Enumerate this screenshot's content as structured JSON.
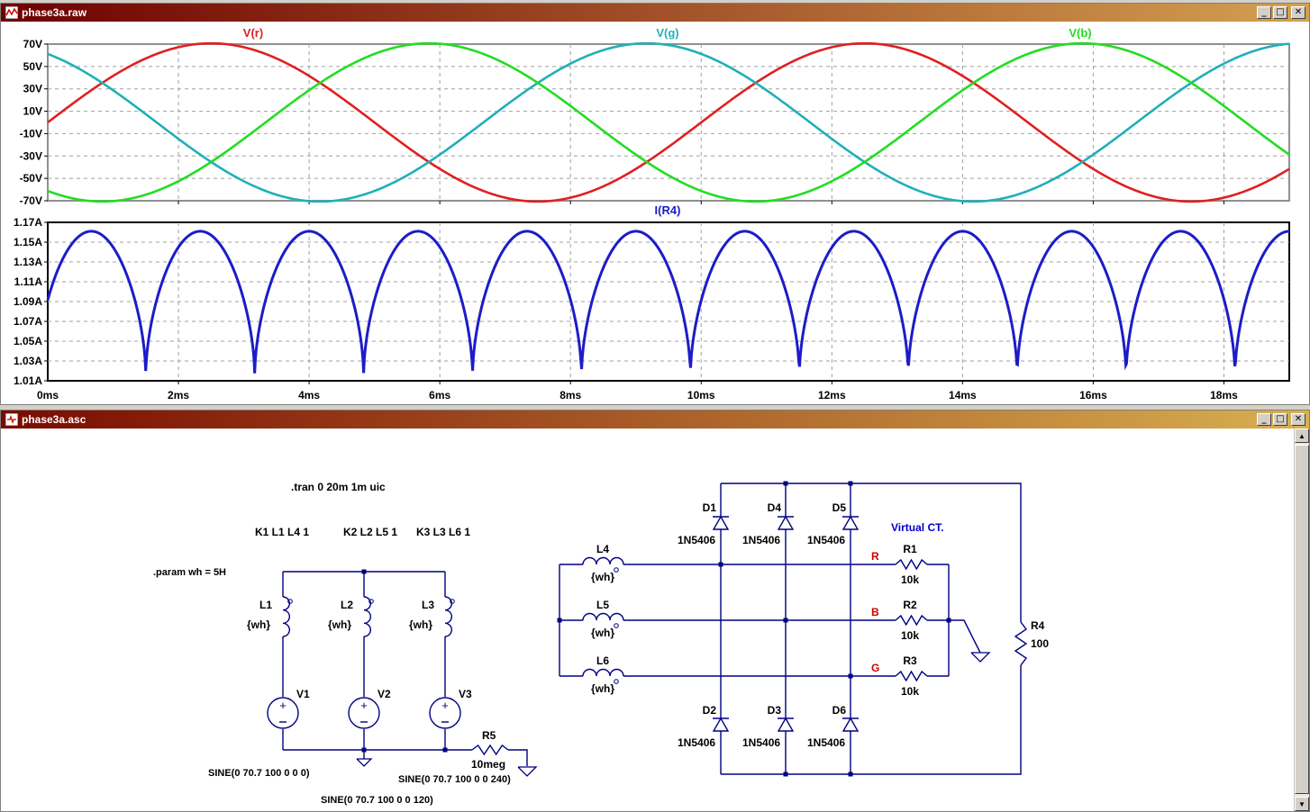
{
  "waveform_window": {
    "title": "phase3a.raw",
    "title_colors": [
      "#6e0000",
      "#d4a050"
    ]
  },
  "schematic_window": {
    "title": "phase3a.asc",
    "title_colors": [
      "#7a0a00",
      "#d8b050"
    ]
  },
  "window_buttons": {
    "minimize": "_",
    "maximize": "□",
    "close": "✕"
  },
  "scrollbar": {
    "up": "▲",
    "down": "▼"
  },
  "chart_data": [
    {
      "type": "line",
      "title": "",
      "xlabel": "",
      "ylabel": "",
      "x_unit": "s",
      "xlim": [
        0,
        0.019
      ],
      "ylim": [
        -70,
        70
      ],
      "yticks": [
        "70V",
        "50V",
        "30V",
        "10V",
        "-10V",
        "-30V",
        "-50V",
        "-70V"
      ],
      "grid": true,
      "series": [
        {
          "name": "V(r)",
          "color": "#e02020",
          "formula": "70.7*sin(2*pi*100*t)",
          "amplitude": 70.7,
          "frequency_hz": 100,
          "phase_deg": 0
        },
        {
          "name": "V(g)",
          "color": "#20b0b8",
          "formula": "70.7*sin(2*pi*100*t+120deg)",
          "amplitude": 70.7,
          "frequency_hz": 100,
          "phase_deg": 120
        },
        {
          "name": "V(b)",
          "color": "#22dd22",
          "formula": "70.7*sin(2*pi*100*t+240deg)",
          "amplitude": 70.7,
          "frequency_hz": 100,
          "phase_deg": 240
        }
      ]
    },
    {
      "type": "line",
      "title": "",
      "xlabel": "",
      "ylabel": "",
      "x_unit": "s",
      "xlim": [
        0,
        0.019
      ],
      "ylim": [
        1.01,
        1.17
      ],
      "yticks": [
        "1.17A",
        "1.15A",
        "1.13A",
        "1.11A",
        "1.09A",
        "1.07A",
        "1.05A",
        "1.03A",
        "1.01A"
      ],
      "xticks": [
        "0ms",
        "2ms",
        "4ms",
        "6ms",
        "8ms",
        "10ms",
        "12ms",
        "14ms",
        "16ms",
        "18ms"
      ],
      "grid": true,
      "series": [
        {
          "name": "I(R4)",
          "color": "#1c1cc8",
          "description": "six-pulse rectified ripple",
          "max": 1.161,
          "min": 1.015,
          "ripple_period_ms": 1.667,
          "first_min_ms": 1.5
        }
      ]
    }
  ],
  "schematic": {
    "directive_tran": ".tran 0 20m 1m uic",
    "directive_param": ".param wh = 5H",
    "couplings": [
      "K1 L1 L4 1",
      "K2 L2 L5 1",
      "K3 L3 L6 1"
    ],
    "inductors_primary": [
      {
        "ref": "L1",
        "value": "{wh}"
      },
      {
        "ref": "L2",
        "value": "{wh}"
      },
      {
        "ref": "L3",
        "value": "{wh}"
      }
    ],
    "inductors_secondary": [
      {
        "ref": "L4",
        "value": "{wh}"
      },
      {
        "ref": "L5",
        "value": "{wh}"
      },
      {
        "ref": "L6",
        "value": "{wh}"
      }
    ],
    "sources": [
      {
        "ref": "V1",
        "value": "SINE(0 70.7 100 0 0 0)"
      },
      {
        "ref": "V2",
        "value": "SINE(0 70.7 100 0 0 120)"
      },
      {
        "ref": "V3",
        "value": "SINE(0 70.7 100 0 0 240)"
      }
    ],
    "r5": {
      "ref": "R5",
      "value": "10meg"
    },
    "diodes_top": [
      {
        "ref": "D1",
        "model": "1N5406"
      },
      {
        "ref": "D4",
        "model": "1N5406"
      },
      {
        "ref": "D5",
        "model": "1N5406"
      }
    ],
    "diodes_bottom": [
      {
        "ref": "D2",
        "model": "1N5406"
      },
      {
        "ref": "D3",
        "model": "1N5406"
      },
      {
        "ref": "D6",
        "model": "1N5406"
      }
    ],
    "virtual_ct_label": "Virtual CT.",
    "sense_resistors": [
      {
        "ref": "R1",
        "value": "10k",
        "net": "R"
      },
      {
        "ref": "R2",
        "value": "10k",
        "net": "B"
      },
      {
        "ref": "R3",
        "value": "10k",
        "net": "G"
      }
    ],
    "load": {
      "ref": "R4",
      "value": "100"
    },
    "colors": {
      "wire": "#000080",
      "text": "#000000",
      "net_label": "#cc0000",
      "comment": "#0000cc"
    }
  }
}
